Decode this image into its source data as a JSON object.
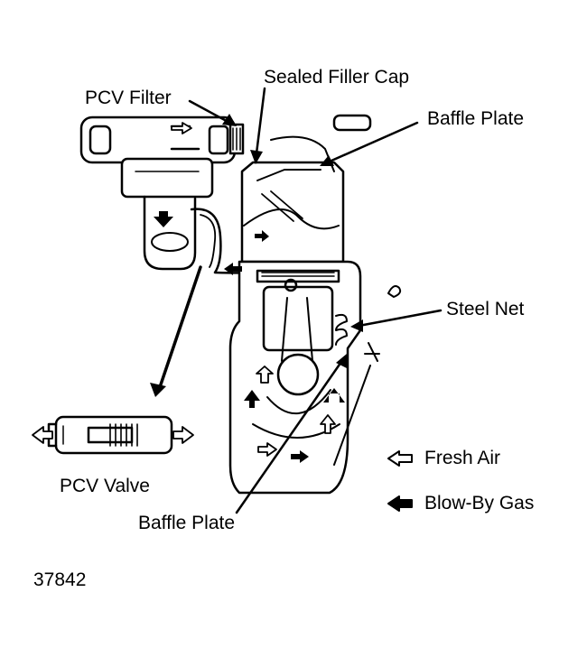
{
  "labels": {
    "pcv_filter": "PCV Filter",
    "sealed_filler_cap": "Sealed Filler Cap",
    "baffle_plate_top": "Baffle Plate",
    "steel_net": "Steel Net",
    "pcv_valve": "PCV Valve",
    "baffle_plate_bottom": "Baffle Plate",
    "figure_number": "37842"
  },
  "legend": {
    "fresh_air": {
      "label": "Fresh Air",
      "icon": "hollow-arrow-left-icon"
    },
    "blow_by_gas": {
      "label": "Blow-By Gas",
      "icon": "solid-arrow-left-icon"
    }
  },
  "colors": {
    "ink": "#000000",
    "paper": "#ffffff"
  }
}
